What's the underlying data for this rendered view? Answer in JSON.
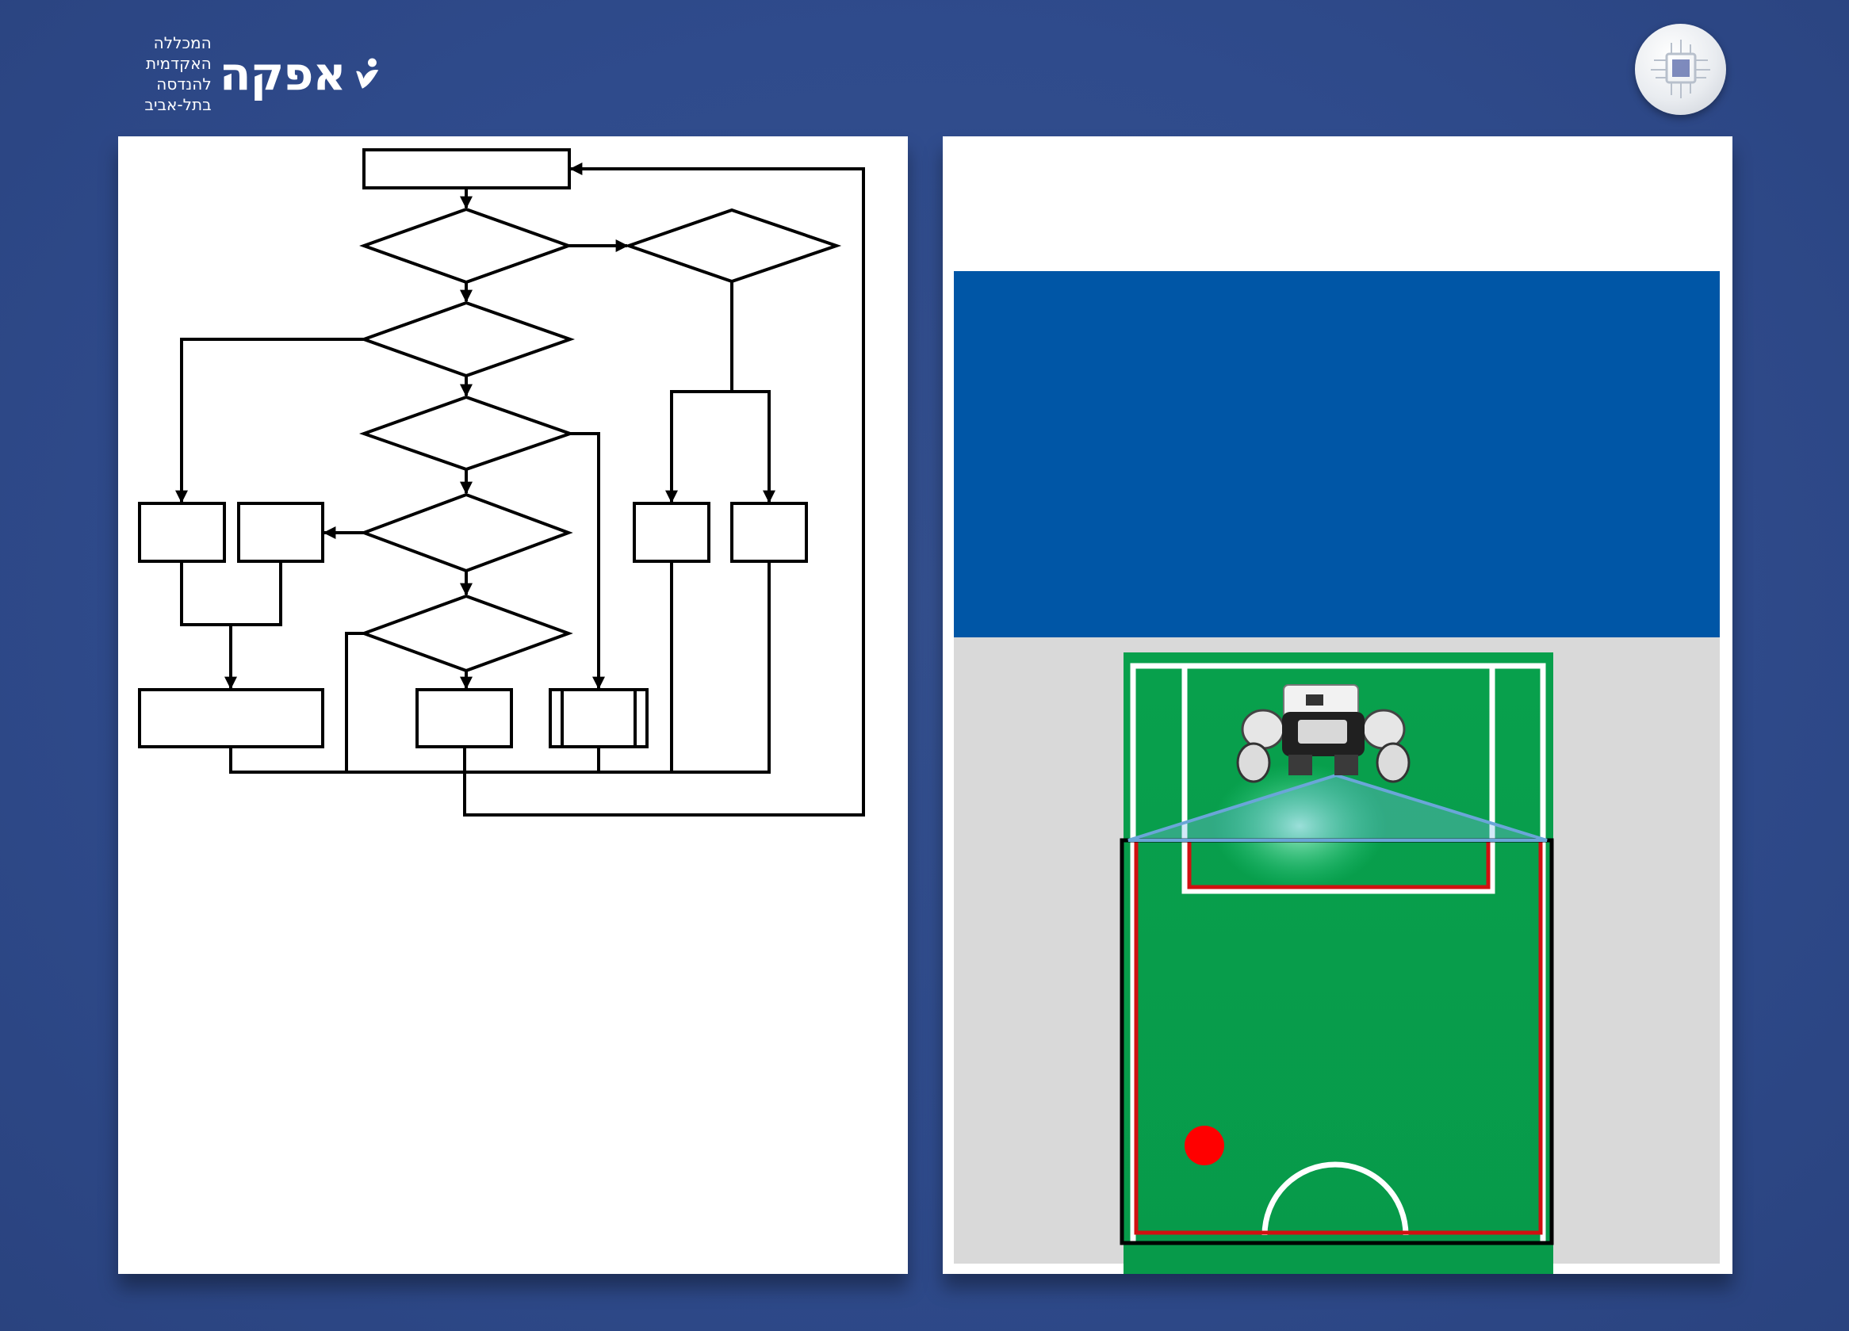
{
  "header": {
    "logo_wordmark": "אפקה",
    "logo_line1": "המכללה האקדמית",
    "logo_line2": "להנדסה בתל-אביב",
    "logo_icon": "afeka-figure-icon",
    "badge_icon": "microchip-icon"
  },
  "colors": {
    "background": "#2f4b8c",
    "panel": "#ffffff",
    "blue_block": "#0056a6",
    "grey_block": "#d9d9d9",
    "field_green": "#0aa54f",
    "ball_red": "#ff0000",
    "boundary_red": "#d01010",
    "camera_cone": "#6aa6d8"
  },
  "flowchart": {
    "description_text": []
  },
  "field_figure": {
    "objects": [
      "robot",
      "ball",
      "camera-field-of-view",
      "goal-area",
      "center-circle"
    ]
  }
}
